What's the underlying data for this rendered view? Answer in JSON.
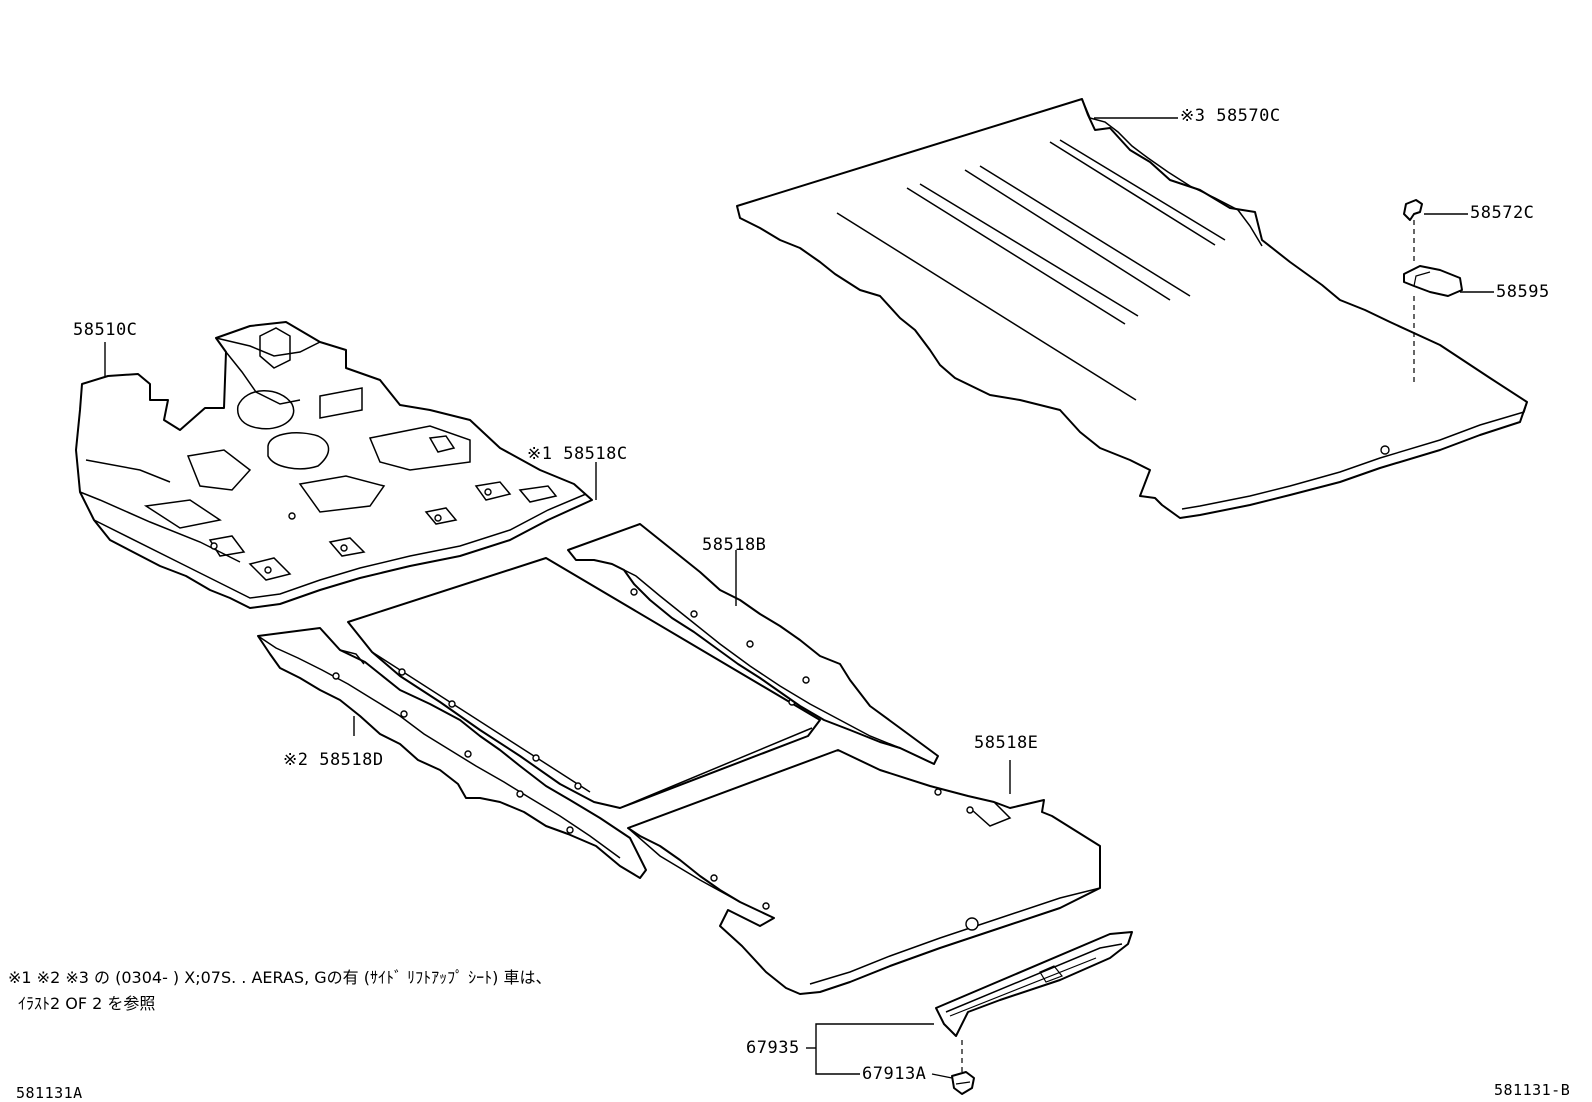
{
  "callouts": {
    "p58570c": "※3 58570C",
    "p58572c": "58572C",
    "p58595": "58595",
    "p58510c": "58510C",
    "p58518c": "※1 58518C",
    "p58518b": "58518B",
    "p58518e": "58518E",
    "p58518d": "※2 58518D",
    "p67935": "67935",
    "p67913a": "67913A"
  },
  "note": {
    "line1": "※1 ※2 ※3 の (0304-        ) X;07S. . AERAS, Gの有 (ｻｲﾄﾞ ﾘﾌﾄｱｯﾌﾟ ｼｰﾄ) 車は、",
    "line2": "ｲﾗｽﾄ2  OF  2  を参照"
  },
  "footer": {
    "left_code": "581131A",
    "right_code": "581131-B"
  }
}
